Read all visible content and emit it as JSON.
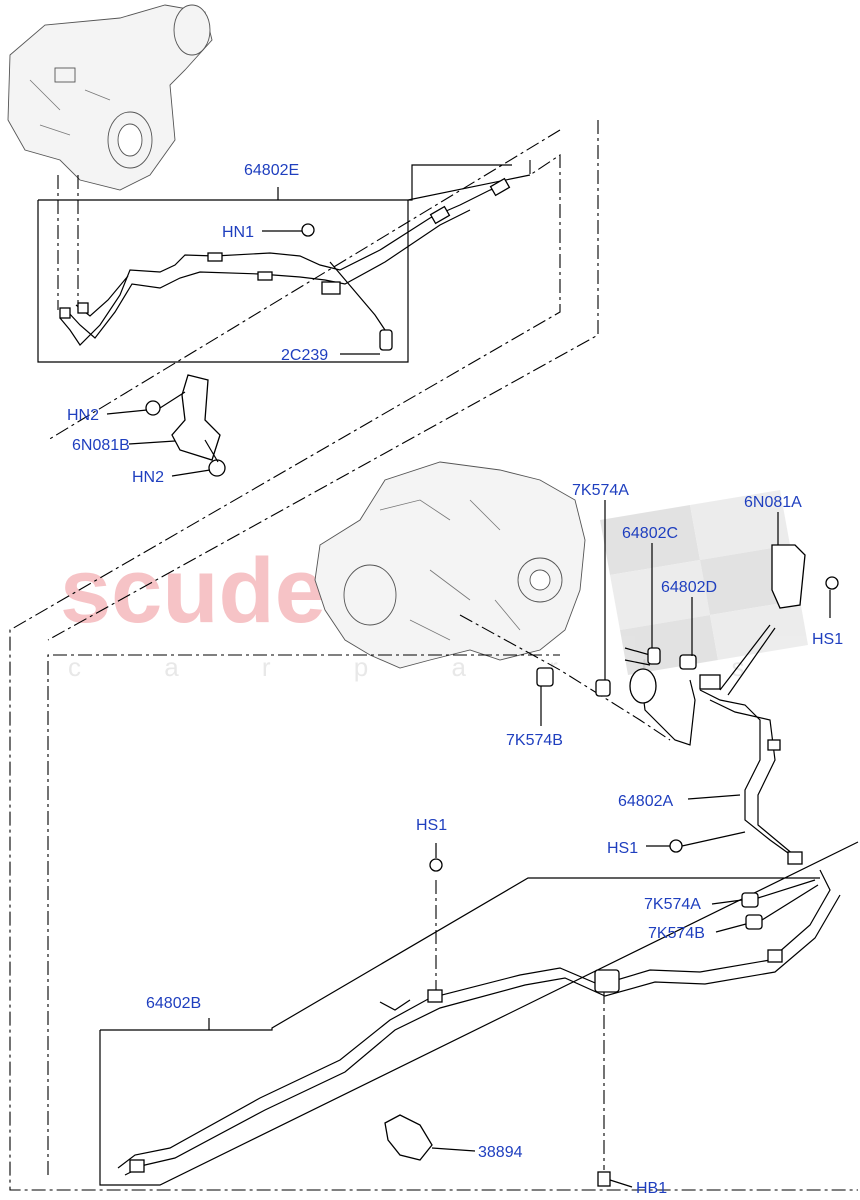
{
  "watermark": {
    "brand": "scuderia",
    "sub": "c a r  p a r t s"
  },
  "callouts": {
    "c_64802E": "64802E",
    "c_HN1": "HN1",
    "c_2C239": "2C239",
    "c_HN2_top": "HN2",
    "c_6N081B": "6N081B",
    "c_HN2_bot": "HN2",
    "c_7K574A_top": "7K574A",
    "c_6N081A": "6N081A",
    "c_64802C": "64802C",
    "c_64802D": "64802D",
    "c_HS1_right": "HS1",
    "c_7K574B_mid": "7K574B",
    "c_64802A": "64802A",
    "c_HS1_top": "HS1",
    "c_HS1_mid": "HS1",
    "c_7K574A_low": "7K574A",
    "c_7K574B_low": "7K574B",
    "c_64802B": "64802B",
    "c_38894": "38894",
    "c_HB1": "HB1"
  }
}
